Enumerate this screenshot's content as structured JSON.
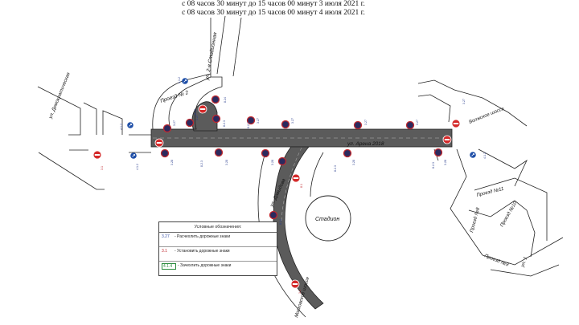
{
  "header": {
    "line1": "с 08 часов 30 минут до 15 часов 00 минут 3 июля 2021 г.",
    "line2": "с 08 часов 30 минут до 15 часов 00 минут 4 июля 2021 г."
  },
  "streets": {
    "arena": "ул. Арена 2018",
    "stadionnaya": "ул. 2-я Стадионная",
    "proezd2": "Проезд № 2",
    "demokraticheskaya": "ул. Демократическая",
    "volzhskoe": "Волжское шоссе",
    "proezd11": "Проезд №11",
    "proezd8": "Проезд №8",
    "proezd10": "Проезд №10",
    "proezd9": "Проезд №9",
    "ul1": "ул. 1",
    "davydova": "ул. Давыдова",
    "moskovskoe": "Московское шоссе"
  },
  "stadium_label": "Стадион",
  "sign_codes": {
    "c327": "3.27",
    "c324": "8.24",
    "c323": "8.2.3",
    "c328": "3.28",
    "c31": "3.1",
    "c412": "4.1.2",
    "c414": "4.1.4",
    "c81": "8.1"
  },
  "legend": {
    "title": "Условные обозначения:",
    "rows": [
      {
        "code": "3.27",
        "text": "- Расчехлить дорожные знаки"
      },
      {
        "code": "3.1",
        "text": "- Установить дорожные знаки"
      },
      {
        "code": "4.1.4",
        "text": "- Зачехлить дорожные знаки"
      }
    ]
  },
  "colors": {
    "road": "#5b5b5b",
    "curb": "#222222",
    "sign_red": "#d42a2a",
    "sign_navy": "#2b2a5e",
    "sign_blue": "#1f4fa8"
  }
}
